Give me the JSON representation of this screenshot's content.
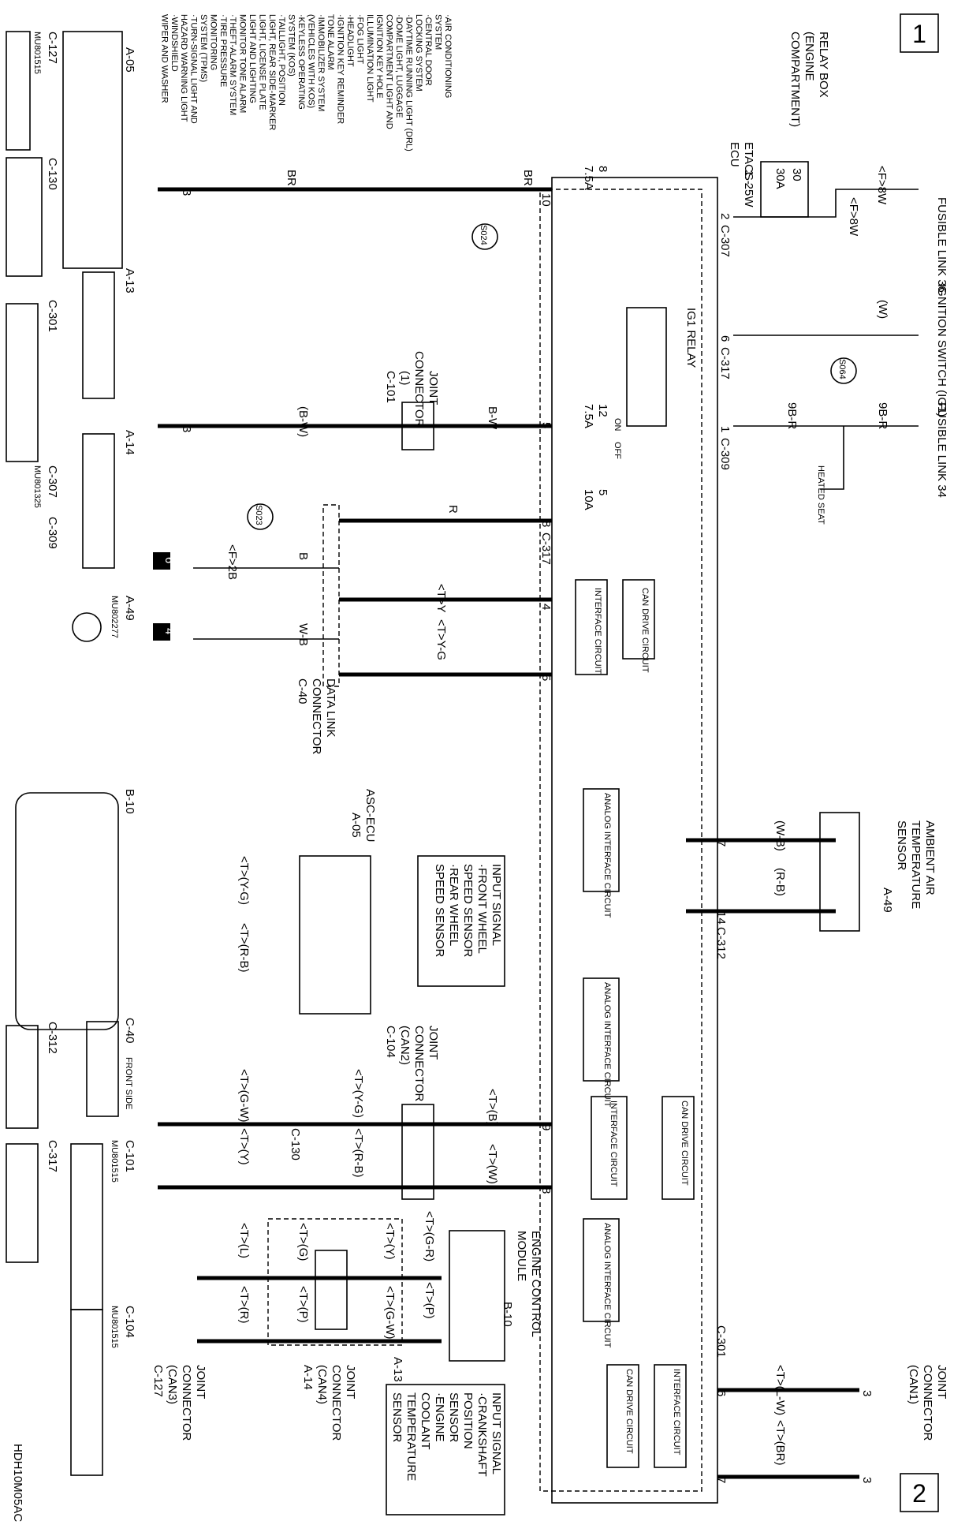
{
  "pages": {
    "top": "1",
    "bottom": "2"
  },
  "sources": {
    "fusible_36": "FUSIBLE LINK 36",
    "ign_sw": "IGNITION SWITCH (IG1)",
    "fusible_34": "FUSIBLE LINK 34",
    "relay_box": [
      "RELAY BOX",
      "(ENGINE",
      "COMPARTMENT)"
    ],
    "f8w_a": "<F>8W",
    "f8w_b": "<F>8W",
    "fuse30": "30",
    "fuse30a": "30A",
    "w": "(W)",
    "s064": "S064",
    "r9b_a": "9B-R",
    "r9b_b": "9B-R",
    "heated_seat": "HEATED SEAT"
  },
  "etacs": {
    "label": [
      "ETACS-",
      "ECU"
    ],
    "w125": "1. 25W",
    "pin2": "2",
    "c307": "C-307",
    "pin6": "6",
    "c317a": "C-317",
    "pin1": "1",
    "c309": "C-309",
    "fuse8": "8",
    "fuse8a": "7.5A",
    "fuse12": "12",
    "fuse12a": "7.5A",
    "fuse5": "5",
    "fuse5a": "10A",
    "relay": "IG1 RELAY",
    "on": "ON",
    "off": "OFF",
    "pin10": "10",
    "pin5a": "5",
    "pin8": "8",
    "c317b": "C-317",
    "pin4": "4",
    "pin5b": "5",
    "pin7": "7",
    "pin14": "14",
    "c312": "C-312",
    "pin9": "9",
    "pin8b": "8",
    "c301": "C-301",
    "pin6b": "6",
    "pin7b": "7",
    "can_drive": "CAN DRIVE CIRCUIT",
    "interface": "INTERFACE CIRCUIT",
    "analog": "ANALOG INTERFACE CIRCUIT"
  },
  "wires": {
    "br": "BR",
    "br2": "BR",
    "s024": "S024",
    "bw": "B-W",
    "bw2": "(B-W)",
    "r": "R",
    "s023": "S023",
    "f2b": "<F>2B",
    "b": "B",
    "wb": "W-B",
    "ty": "<T>Y",
    "tyg": "<T>Y-G",
    "wb2": "(W-B)",
    "rb": "(R-B)",
    "tb": "<T>(B)",
    "tw": "<T>(W)",
    "tlw": "<T>(L-W)",
    "tbr": "<T>(BR)",
    "tyg2": "<T>(Y-G)",
    "trb2": "<T>(R-B)",
    "tgw": "<T>(G-W)",
    "ty2": "<T>(Y)",
    "tgr": "<T>(G-R)",
    "tp": "<T>(P)",
    "tyy": "<T>(Y)",
    "tgw2": "<T>(G-W)",
    "tg": "<T>(G)",
    "tp2": "<T>(P)",
    "tl": "<T>(L)",
    "tr": "<T>(R)",
    "tyg3": "<T>(Y-G)",
    "trb3": "<T>(R-B)"
  },
  "connectors": {
    "jc_c101": [
      "JOINT",
      "CONNECTOR",
      "(1)"
    ],
    "c101": "C-101",
    "dlc": [
      "DATA LINK",
      "CONNECTOR"
    ],
    "c40": "C-40",
    "jc_can1": [
      "JOINT",
      "CONNECTOR",
      "(CAN1)"
    ],
    "jc_can2": [
      "JOINT",
      "CONNECTOR",
      "(CAN2)"
    ],
    "c104": "C-104",
    "jc_can3": [
      "JOINT",
      "CONNECTOR",
      "(CAN3)"
    ],
    "c127": "C-127",
    "jc_can4": [
      "JOINT",
      "CONNECTOR",
      "(CAN4)"
    ],
    "a14": "A-14",
    "a13": "A-13",
    "c130": "C-130"
  },
  "sensors": {
    "ambient": [
      "AMBIENT AIR",
      "TEMPERATURE",
      "SENSOR"
    ],
    "a49": "A-49",
    "asc": "ASC-ECU",
    "a05": "A-05",
    "ecm": [
      "ENGINE CONTROL",
      "MODULE"
    ],
    "b10": "B-10",
    "input_asc": [
      "INPUT SIGNAL",
      "·FRONT WHEEL",
      "SPEED SENSOR",
      "·REAR WHEEL",
      "SPEED SENSOR"
    ],
    "input_ecm": [
      "INPUT SIGNAL",
      "·CRANKSHAFT",
      "POSITION",
      "SENSOR",
      "·ENGINE",
      "COOLANT",
      "TEMPERATURE",
      "SENSOR"
    ]
  },
  "systems_list": [
    "·AIR CONDITIONING",
    "SYSTEM",
    "·CENTRAL DOOR",
    "LOCKING SYSTEM",
    "·DAYTIME RUNNING LIGHT (DRL)",
    "·DOME LIGHT, LUGGAGE",
    "COMPARTMENT LIGHT AND",
    "IGNITION KEY HOLE",
    "ILLUMINATION LIGHT",
    "·FOG LIGHT",
    "·HEADLIGHT",
    "·IGNITION KEY REMINDER",
    "TONE ALARM",
    "·IMMOBILIZER SYSTEM",
    "(VEHICLES WITH KOS)",
    "·KEYLESS OPERATING",
    "SYSTEM (KOS)",
    "·TAILLIGHT, POSITION",
    "LIGHT, REAR SIDE-MARKER",
    "LIGHT, LICENSE PLATE",
    "LIGHT AND LIGHTING",
    "MONITOR TONE ALARM",
    "·THEFT-ALARM SYSTEM",
    "·TIRE PRESSURE",
    "MONITORING",
    "SYSTEM (TPMS)",
    "·TURN-SIGNAL LIGHT AND",
    "HAZARD WARNING LIGHT",
    "·WINDSHIELD",
    "WIPER AND WASHER"
  ],
  "connector_views": {
    "a05": "A-05",
    "c127": "C-127",
    "c130": "C-130",
    "a13": "A-13",
    "c301": "C-301",
    "a14": "A-14",
    "c307": "C-307",
    "c309": "C-309",
    "a49": "A-49",
    "b10": "B-10",
    "c40": "C-40",
    "front_side": "FRONT SIDE",
    "c312": "C-312",
    "c101": "C-101",
    "c317": "C-317",
    "c104": "C-104",
    "mu_a": "MU801515",
    "mu_b": "MU801325",
    "mu_c": "MU802277",
    "mu_d": "MU801515",
    "mu_e": "MU801515"
  },
  "refs": {
    "r3a": "3",
    "r3b": "3",
    "r6": "6",
    "r4": "4",
    "r3c": "3",
    "r3d": "3"
  },
  "figure_id": "HDH10M05AC"
}
